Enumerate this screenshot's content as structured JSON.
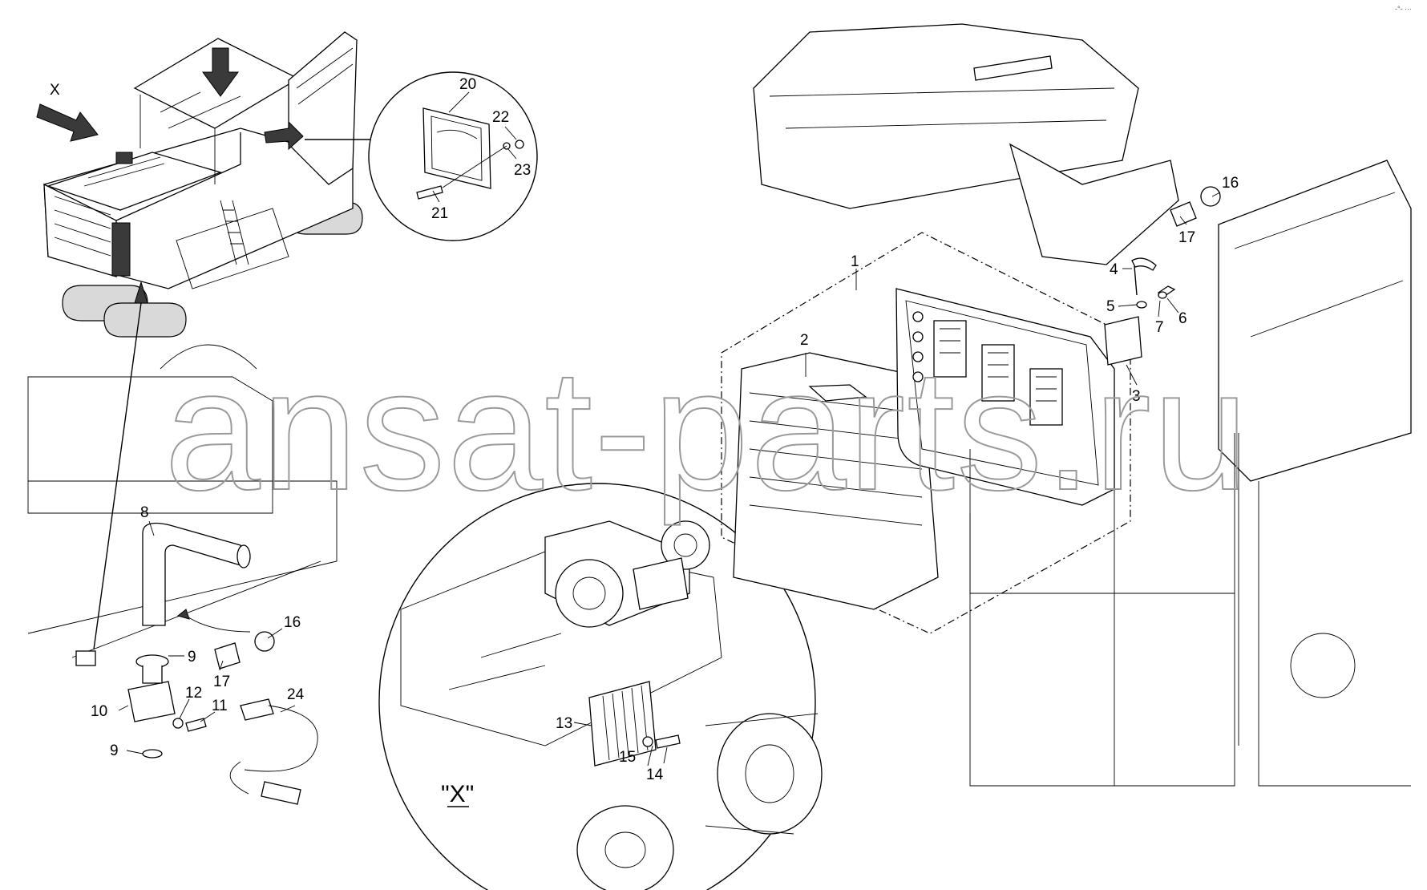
{
  "watermark": "ansat-parts.ru",
  "corner_mark": "-°- ···",
  "view_label": "\"X\"",
  "arrow_label": "X",
  "callouts": [
    "1",
    "2",
    "3",
    "4",
    "5",
    "6",
    "7",
    "8",
    "9",
    "9",
    "10",
    "11",
    "12",
    "13",
    "14",
    "15",
    "16",
    "16",
    "17",
    "17",
    "20",
    "21",
    "22",
    "23",
    "24"
  ]
}
